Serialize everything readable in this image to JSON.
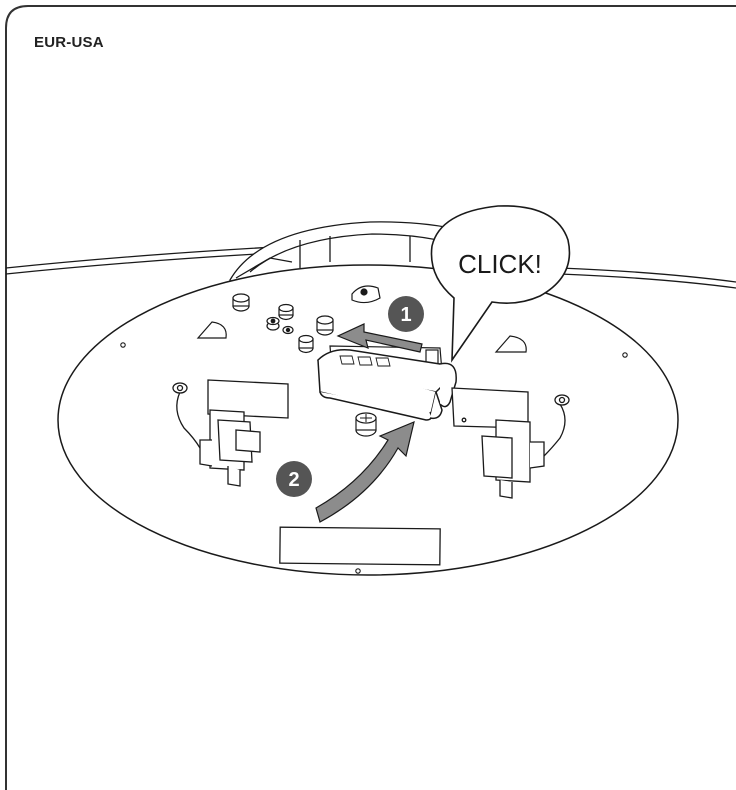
{
  "region_label": "EUR-USA",
  "callout": {
    "text": "CLICK!"
  },
  "steps": [
    {
      "number": "1",
      "arrow_color": "#8c8c8c",
      "badge_color": "#555555"
    },
    {
      "number": "2",
      "arrow_color": "#8c8c8c",
      "badge_color": "#555555"
    }
  ],
  "colors": {
    "line": "#1a1a1a",
    "frame": "#333333",
    "fill": "#ffffff"
  }
}
